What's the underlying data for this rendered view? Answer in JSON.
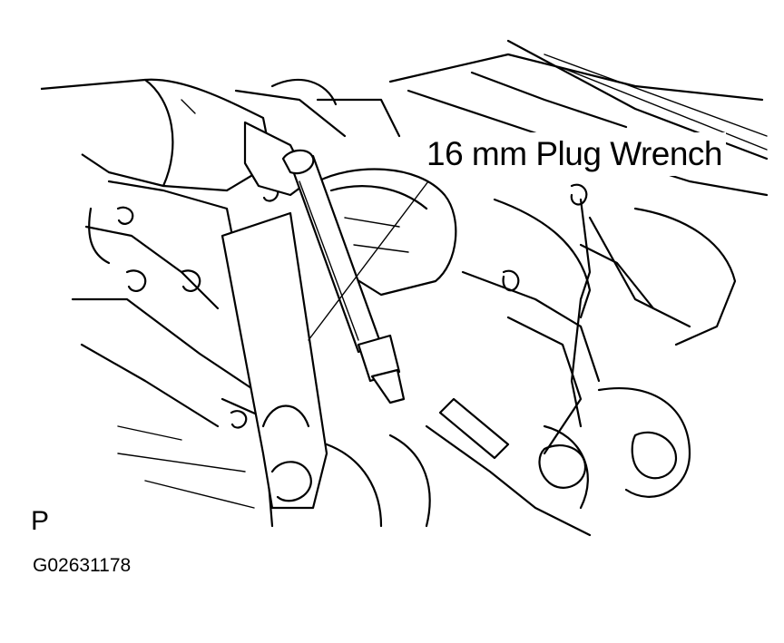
{
  "callout": {
    "label": "16 mm Plug Wrench"
  },
  "view_code": "P",
  "figure_id": "G02631178"
}
